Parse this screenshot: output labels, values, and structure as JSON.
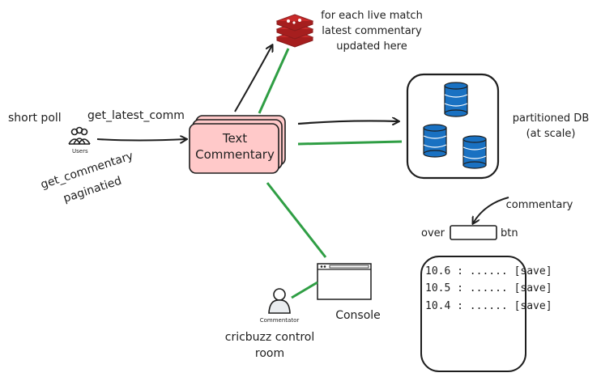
{
  "left": {
    "short_poll": "short poll",
    "get_latest": "get_latest_comm",
    "users_caption": "Users",
    "get_paginated_line1": "get_commentary",
    "get_paginated_line2": "paginatied"
  },
  "service": {
    "line1": "Text",
    "line2": "Commentary"
  },
  "cache": {
    "line1": "for each live match",
    "line2": "latest commentary",
    "line3": "updated here"
  },
  "db": {
    "line1": "partitioned DB",
    "line2": "(at scale)"
  },
  "console": {
    "label": "Console",
    "commentator_caption": "Commentator",
    "room_line1": "cricbuzz control",
    "room_line2": "room"
  },
  "commentary_ui": {
    "pointer_label": "commentary",
    "over_label": "over",
    "btn_label": "btn",
    "entries": [
      "10.6 : ...... [save]",
      "10.5 : ...... [save]",
      "10.4 : ...... [save]"
    ]
  },
  "colors": {
    "service_fill": "#ffc9c9",
    "cylinder_fill": "#1971c2",
    "cache_fill": "#c92a2a",
    "green_line": "#2f9e44",
    "ink": "#1e1e1e"
  }
}
